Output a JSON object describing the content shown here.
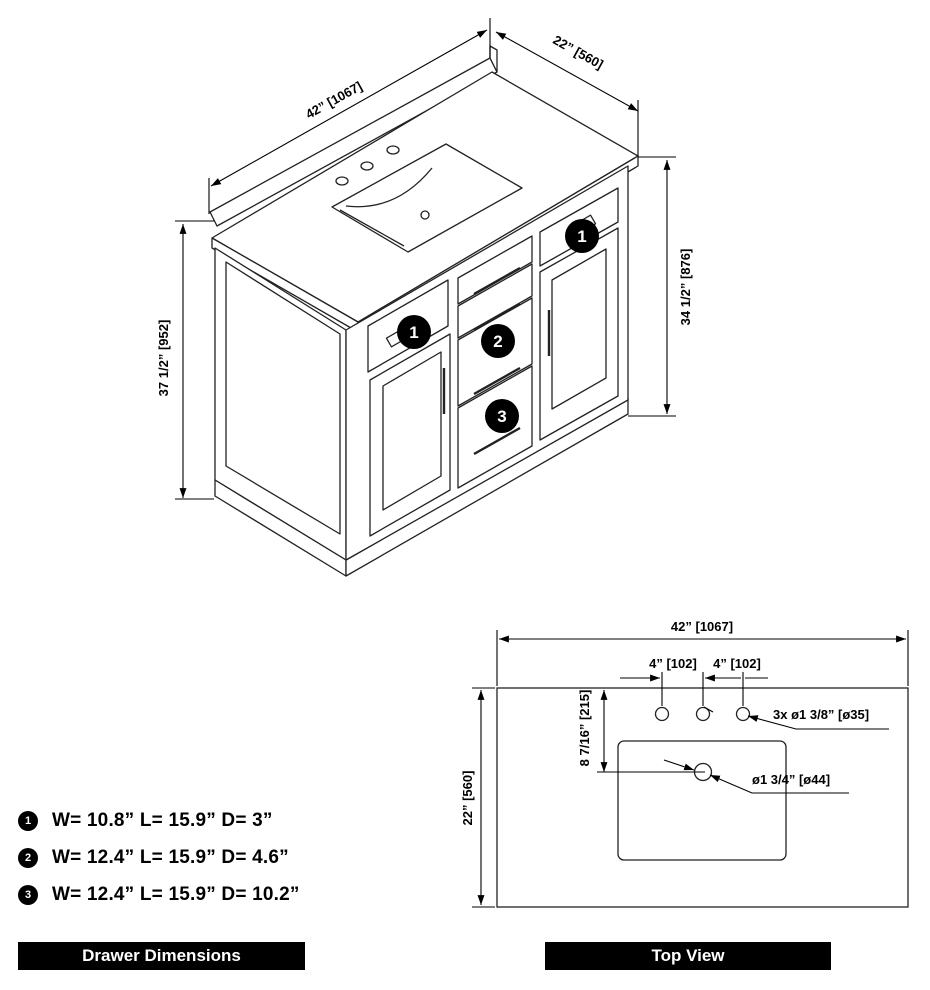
{
  "iso_view": {
    "width_label": "42” [1067]",
    "depth_label": "22” [560]",
    "height_total_label": "37 1/2” [952]",
    "height_cabinet_label": "34 1/2” [876]",
    "callouts": [
      "1",
      "2",
      "3",
      "1"
    ]
  },
  "top_view": {
    "width_label": "42” [1067]",
    "depth_label": "22” [560]",
    "hole_spacing_left": "4” [102]",
    "hole_spacing_right": "4” [102]",
    "faucet_holes_label": "3x ø1 3/8” [ø35]",
    "setback_label": "8 7/16” [215]",
    "drain_label": "ø1 3/4” [ø44]"
  },
  "drawers": [
    {
      "num": "1",
      "text": "W= 10.8” L= 15.9” D= 3”"
    },
    {
      "num": "2",
      "text": "W= 12.4” L= 15.9” D= 4.6”"
    },
    {
      "num": "3",
      "text": "W= 12.4” L= 15.9” D= 10.2”"
    }
  ],
  "labels": {
    "drawer_dimensions": "Drawer Dimensions",
    "top_view": "Top View"
  }
}
